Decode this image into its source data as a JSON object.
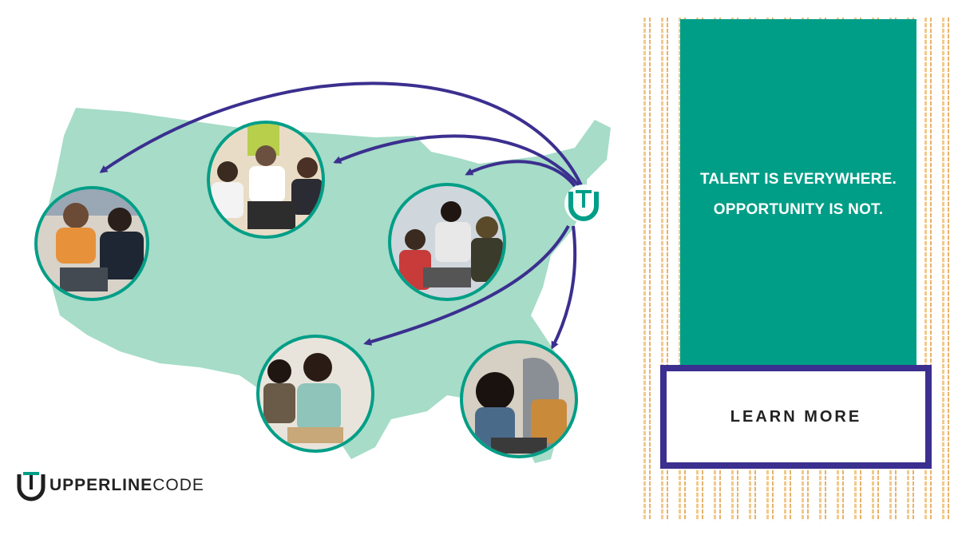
{
  "banner": {
    "tagline_line1": "TALENT IS EVERYWHERE.",
    "tagline_line2": "OPPORTUNITY IS NOT.",
    "cta_label": "LEARN MORE"
  },
  "brand": {
    "name_bold": "UPPERLINE",
    "name_light": "CODE"
  },
  "colors": {
    "teal": "#009e87",
    "map_green": "#a6dcc8",
    "purple": "#3b2f8f",
    "gold": "#e8b26a"
  },
  "photos": [
    {
      "name": "photo-west-coast"
    },
    {
      "name": "photo-mountain"
    },
    {
      "name": "photo-great-lakes"
    },
    {
      "name": "photo-south"
    },
    {
      "name": "photo-southeast"
    }
  ]
}
